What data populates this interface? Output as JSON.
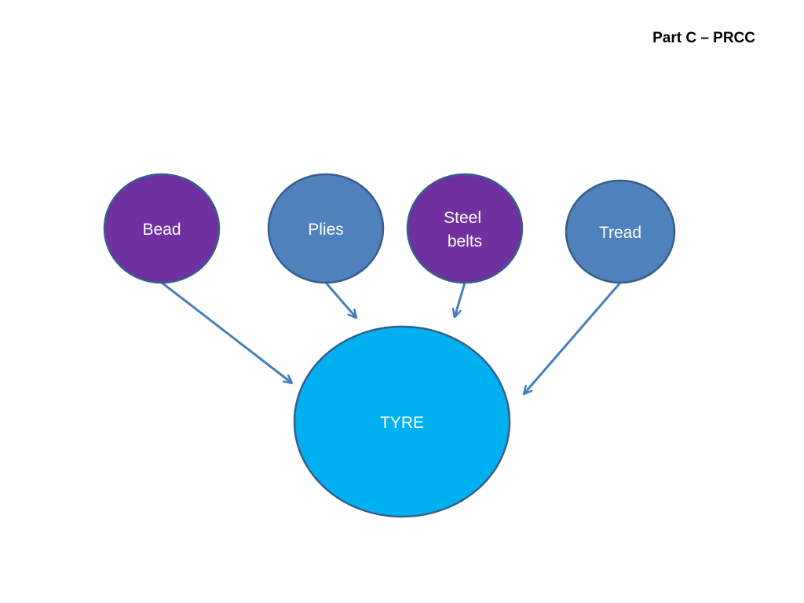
{
  "slide": {
    "heading": "Part C – PRCC"
  },
  "diagram": {
    "center": {
      "label": "TYRE",
      "fill": "#00B0F0"
    },
    "components": [
      {
        "id": "bead",
        "lines": [
          "Bead"
        ],
        "fill": "#7030A0"
      },
      {
        "id": "plies",
        "lines": [
          "Plies"
        ],
        "fill": "#4F81BD"
      },
      {
        "id": "steel-belts",
        "lines": [
          "Steel",
          "belts"
        ],
        "fill": "#7030A0"
      },
      {
        "id": "tread",
        "lines": [
          "Tread"
        ],
        "fill": "#4F81BD"
      }
    ],
    "outline_color": "#385D8A",
    "arrow_color": "#4A7EBB",
    "label_color": "#FFFFFF"
  }
}
